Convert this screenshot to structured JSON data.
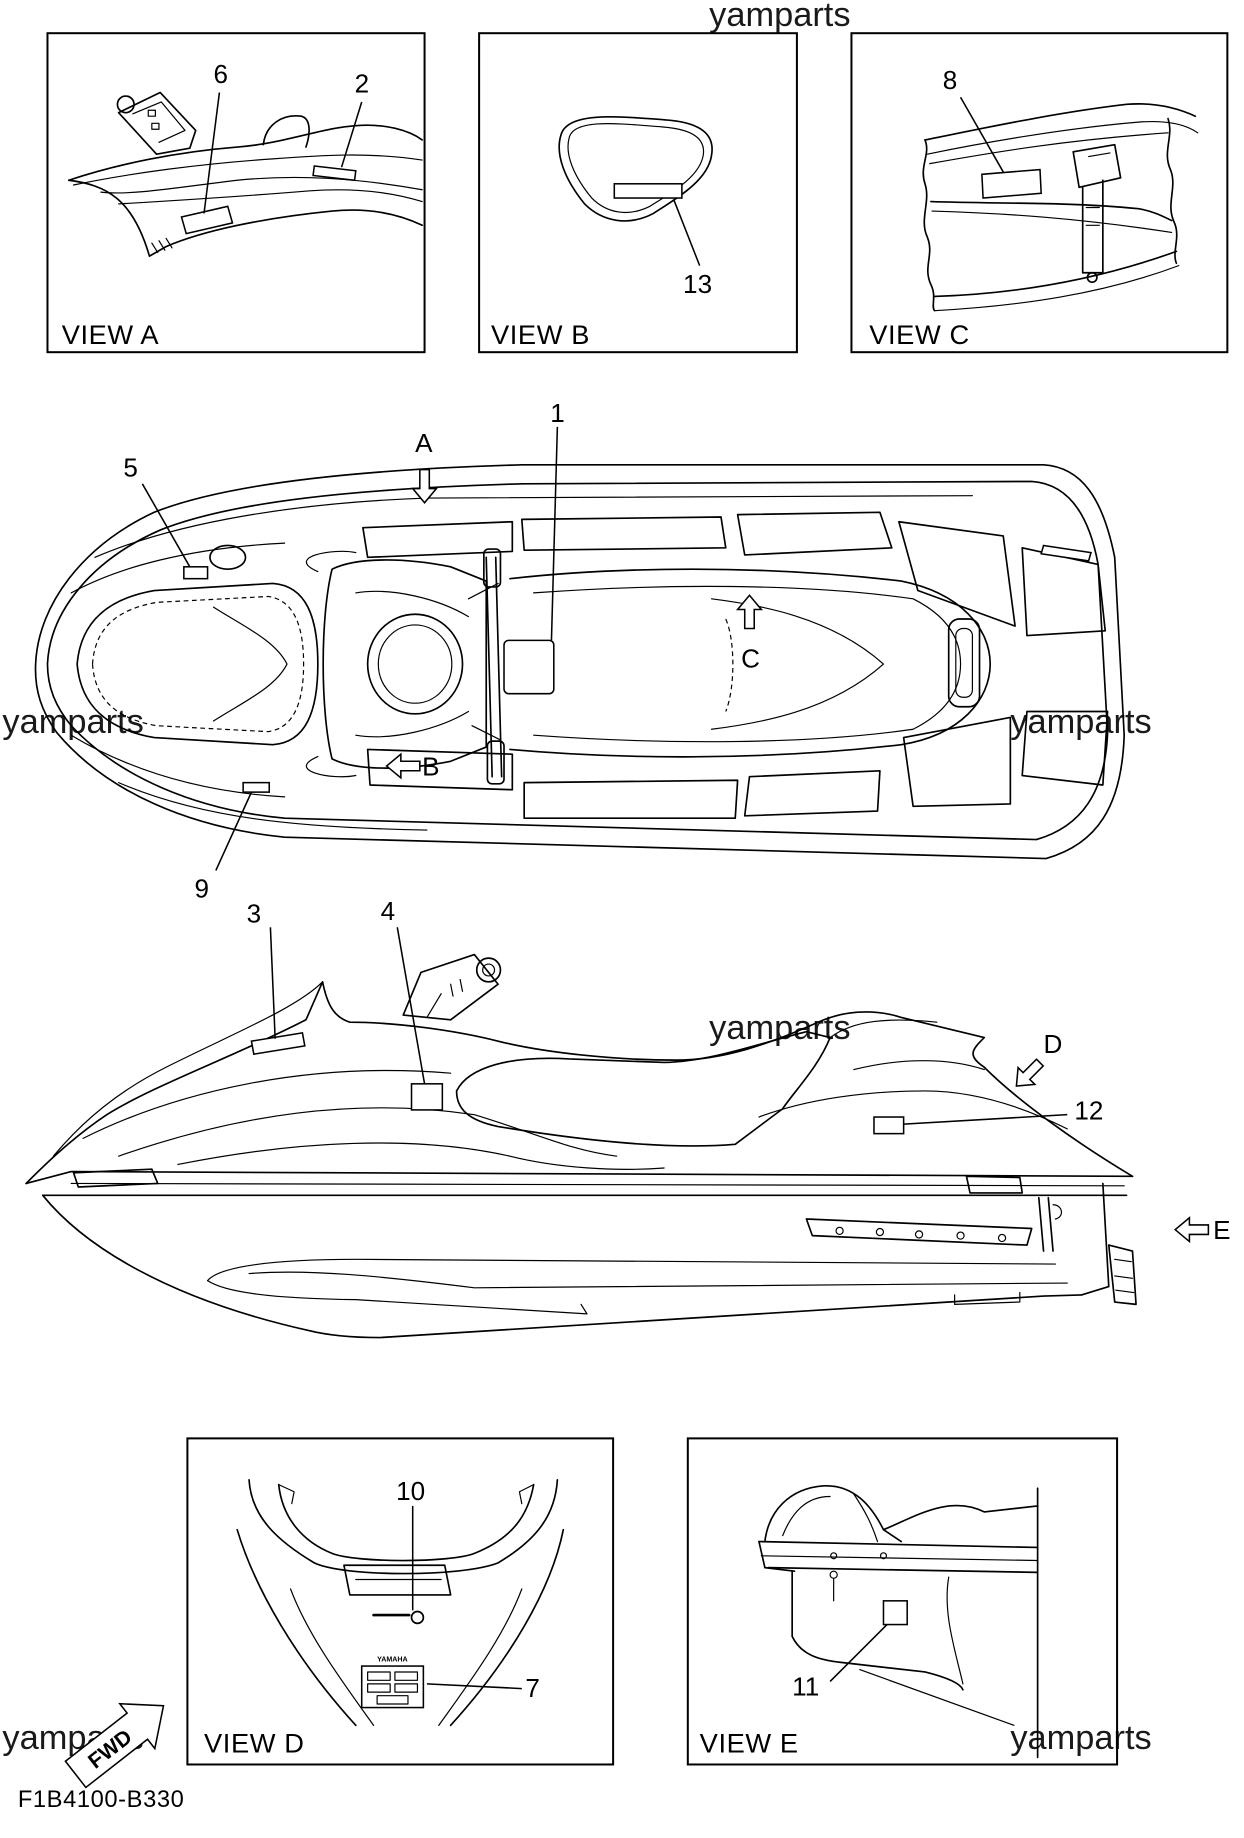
{
  "watermarks": {
    "top": "yamparts",
    "mid_left": "yamparts",
    "mid_right": "yamparts",
    "side_view": "yamparts",
    "bottom_left": "yamparts",
    "bottom_right": "yamparts"
  },
  "view_a": {
    "title": "VIEW A",
    "callouts": {
      "c6": "6",
      "c2": "2"
    }
  },
  "view_b": {
    "title": "VIEW B",
    "callouts": {
      "c13": "13"
    }
  },
  "view_c": {
    "title": "VIEW C",
    "callouts": {
      "c8": "8"
    }
  },
  "top_view": {
    "callouts": {
      "c1": "1",
      "c5": "5",
      "c9": "9"
    },
    "view_markers": {
      "a": "A",
      "b": "B",
      "c": "C"
    }
  },
  "side_view": {
    "callouts": {
      "c3": "3",
      "c4": "4",
      "c12": "12"
    },
    "view_markers": {
      "d": "D",
      "e": "E"
    }
  },
  "view_d": {
    "title": "VIEW D",
    "callouts": {
      "c10": "10",
      "c7": "7"
    },
    "badge_text": "YAMAHA"
  },
  "view_e": {
    "title": "VIEW E",
    "callouts": {
      "c11": "11"
    }
  },
  "fwd_label": "FWD",
  "figure_code": "F1B4100-B330",
  "colors": {
    "line": "#000000",
    "background": "#ffffff"
  }
}
